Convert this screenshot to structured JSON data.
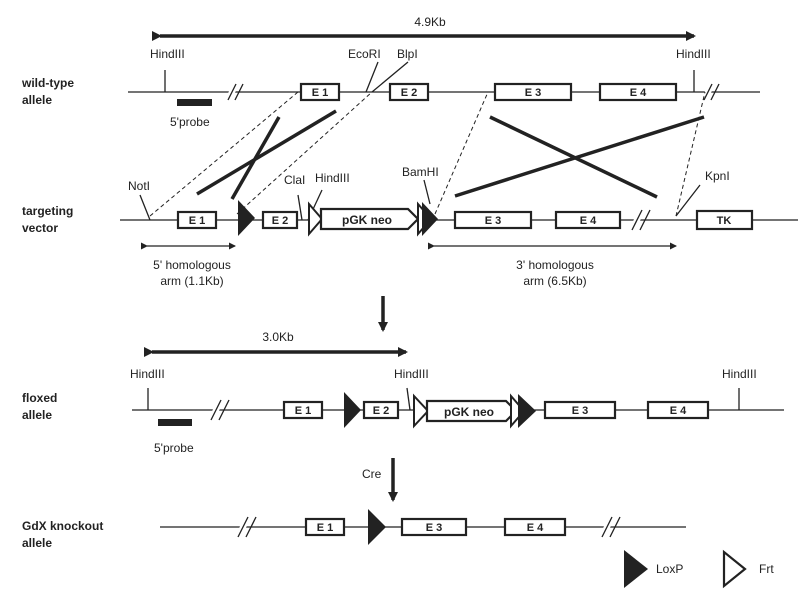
{
  "rows": {
    "wild_type": "wild-type\nallele",
    "targeting": "targeting\nvector",
    "floxed": "floxed\nallele",
    "knockout": "GdX knockout\nallele"
  },
  "exons": {
    "e1": "E 1",
    "e2": "E 2",
    "e3": "E 3",
    "e4": "E 4",
    "tk": "TK",
    "neo": "pGK neo"
  },
  "sites": {
    "hindiii": "HindIII",
    "ecori": "EcoRI",
    "blpi": "BlpI",
    "noti": "NotI",
    "clai": "ClaI",
    "bamhi": "BamHI",
    "kpni": "KpnI"
  },
  "sizes": {
    "wt_span": "4.9Kb",
    "floxed_span": "3.0Kb"
  },
  "arms": {
    "five_prime_line1": "5' homologous",
    "five_prime_line2": "arm (1.1Kb)",
    "three_prime_line1": "3' homologous",
    "three_prime_line2": "arm (6.5Kb)"
  },
  "probe": "5'probe",
  "cre": "Cre",
  "legend": {
    "loxp": "LoxP",
    "frt": "Frt"
  }
}
